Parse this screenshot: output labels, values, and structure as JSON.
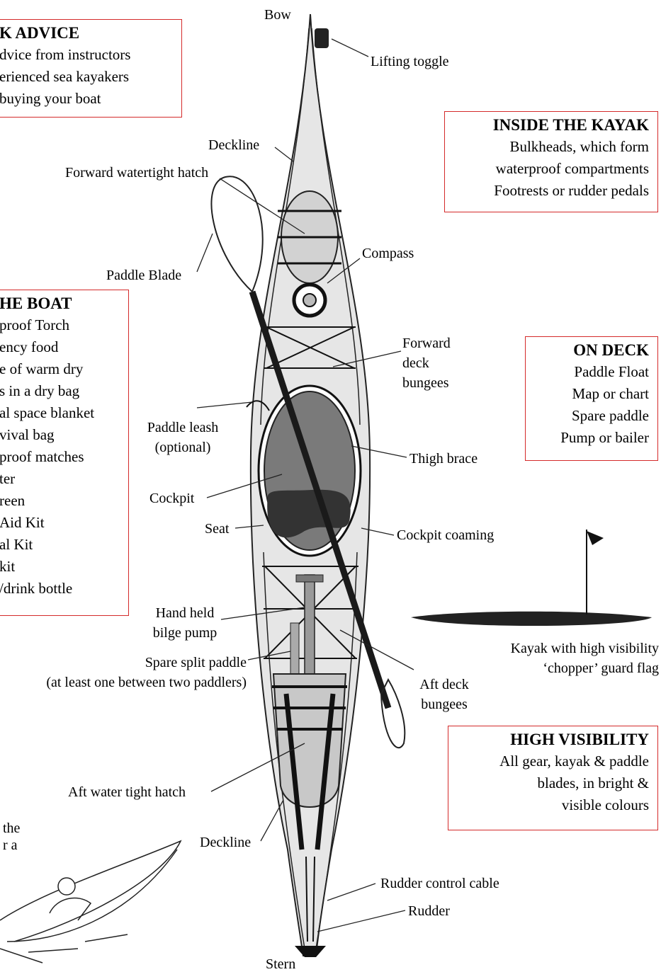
{
  "labels": {
    "bow": "Bow",
    "stern": "Stern",
    "lifting_toggle": "Lifting toggle",
    "deckline_top": "Deckline",
    "forward_hatch": "Forward watertight hatch",
    "compass": "Compass",
    "paddle_blade": "Paddle Blade",
    "forward_bungees": [
      "Forward",
      "deck",
      "bungees"
    ],
    "paddle_leash": [
      "Paddle leash",
      "(optional)"
    ],
    "thigh_brace": "Thigh brace",
    "cockpit": "Cockpit",
    "seat": "Seat",
    "cockpit_coaming": "Cockpit coaming",
    "bilge_pump": [
      "Hand held",
      "bilge pump"
    ],
    "spare_paddle": [
      "Spare split paddle",
      "(at least one between two paddlers)"
    ],
    "aft_bungees": [
      "Aft deck",
      "bungees"
    ],
    "aft_hatch": "Aft water tight hatch",
    "deckline_bottom": "Deckline",
    "rudder_cable": "Rudder control cable",
    "rudder": "Rudder",
    "flag_caption": [
      "Kayak with high visibility",
      "‘chopper’ guard flag"
    ],
    "left_cut_caption": [
      "the",
      "r a"
    ]
  },
  "boxes": {
    "advice": {
      "title": "K ADVICE",
      "lines": [
        "dvice from instructors",
        "erienced sea kayakers",
        " buying your boat"
      ]
    },
    "inside": {
      "title": "INSIDE THE KAYAK",
      "lines": [
        "Bulkheads, which form",
        "waterproof compartments",
        "Footrests or rudder pedals"
      ]
    },
    "boat": {
      "title": "HE BOAT",
      "lines": [
        "proof Torch",
        "ency food",
        "e of warm dry",
        "s in a dry bag",
        "al space blanket",
        "vival bag",
        "proof matches",
        "ter",
        "reen",
        "Aid Kit",
        "al Kit",
        " kit",
        "/drink bottle"
      ]
    },
    "deck": {
      "title": "ON DECK",
      "lines": [
        "Paddle Float",
        "Map or chart",
        "Spare paddle",
        "Pump or bailer"
      ]
    },
    "visibility": {
      "title": "HIGH VISIBILITY",
      "lines": [
        "All gear, kayak & paddle",
        "blades, in bright &",
        "visible colours"
      ]
    }
  },
  "colors": {
    "box_border": "#d42a2a",
    "hull": "#e6e6e6",
    "ink": "#111111"
  }
}
